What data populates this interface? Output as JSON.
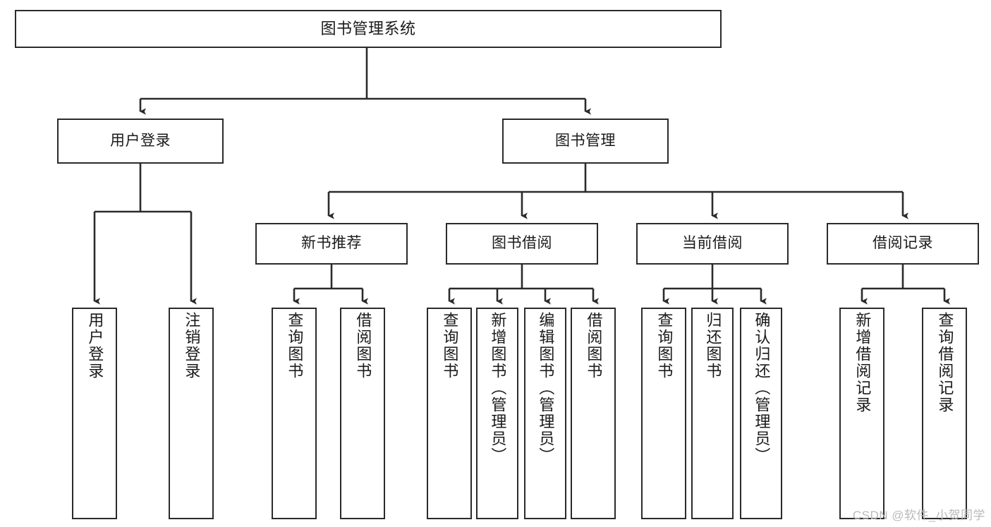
{
  "diagram": {
    "title": "图书管理系统",
    "type": "functional-structure-tree",
    "root": {
      "id": "root",
      "label": "图书管理系统"
    },
    "level2": [
      {
        "id": "user-login",
        "label": "用户登录"
      },
      {
        "id": "book-manage",
        "label": "图书管理"
      }
    ],
    "level3": [
      {
        "id": "new-book-rec",
        "label": "新书推荐"
      },
      {
        "id": "book-borrow",
        "label": "图书借阅"
      },
      {
        "id": "current-borrow",
        "label": "当前借阅"
      },
      {
        "id": "borrow-record",
        "label": "借阅记录"
      }
    ],
    "leaves": [
      {
        "id": "leaf-user-login",
        "label": "用户登录",
        "parent": "user-login"
      },
      {
        "id": "leaf-logout",
        "label": "注销登录",
        "parent": "user-login"
      },
      {
        "id": "leaf-query-book-1",
        "label": "查询图书",
        "parent": "new-book-rec"
      },
      {
        "id": "leaf-borrow-book-1",
        "label": "借阅图书",
        "parent": "new-book-rec"
      },
      {
        "id": "leaf-query-book-2",
        "label": "查询图书",
        "parent": "book-borrow"
      },
      {
        "id": "leaf-add-book",
        "label": "新增图书（管理员）",
        "parent": "book-borrow"
      },
      {
        "id": "leaf-edit-book",
        "label": "编辑图书（管理员）",
        "parent": "book-borrow"
      },
      {
        "id": "leaf-borrow-book-2",
        "label": "借阅图书",
        "parent": "book-borrow"
      },
      {
        "id": "leaf-query-book-3",
        "label": "查询图书",
        "parent": "current-borrow"
      },
      {
        "id": "leaf-return-book",
        "label": "归还图书",
        "parent": "current-borrow"
      },
      {
        "id": "leaf-confirm-return",
        "label": "确认归还（管理员）",
        "parent": "current-borrow"
      },
      {
        "id": "leaf-add-record",
        "label": "新增借阅记录",
        "parent": "borrow-record"
      },
      {
        "id": "leaf-query-record",
        "label": "查询借阅记录",
        "parent": "borrow-record"
      }
    ],
    "watermark": "CSDN @软件_小贺同学",
    "colors": {
      "stroke": "#2b2b2b",
      "fill": "#ffffff",
      "text": "#1a1a1a",
      "watermark": "#b9b9b9"
    }
  }
}
